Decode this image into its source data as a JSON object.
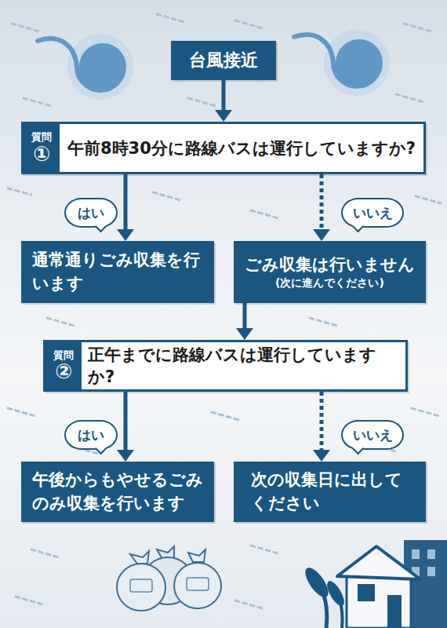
{
  "diagram": {
    "nodes": [
      {
        "text": [
          "台風接近"
        ]
      },
      {
        "text": [
          "質問",
          "①",
          "午前8時30分に路線バスは運行していますか?"
        ]
      },
      {
        "text": [
          "通常通りごみ収集を行います"
        ]
      },
      {
        "text": [
          "ごみ収集は行いません",
          "(次に進んでください)"
        ]
      },
      {
        "text": [
          "質問",
          "②",
          "正午までに路線バスは運行していますか?"
        ]
      },
      {
        "text": [
          "午後からもやせるごみのみ収集を行います"
        ]
      },
      {
        "text": [
          "次の収集日に出してください"
        ]
      }
    ],
    "edges": [
      {
        "from": 0,
        "to": 1,
        "arrow": "to"
      },
      {
        "from": 1,
        "to": 2,
        "label": "はい",
        "arrow": "to"
      },
      {
        "from": 1,
        "to": 3,
        "label": "いいえ",
        "arrow": "to"
      },
      {
        "from": 3,
        "to": 4,
        "arrow": "to"
      },
      {
        "from": 4,
        "to": 5,
        "label": "はい",
        "arrow": "to"
      },
      {
        "from": 4,
        "to": 6,
        "label": "いいえ",
        "arrow": "to"
      }
    ]
  }
}
